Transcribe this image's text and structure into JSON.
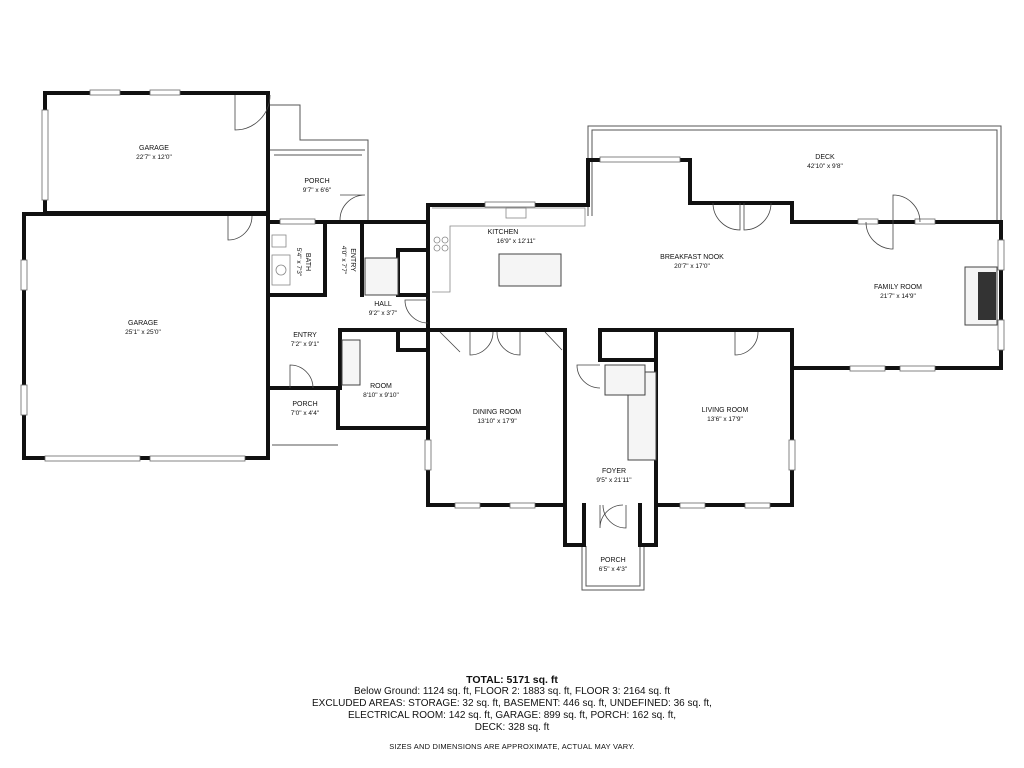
{
  "rooms": [
    {
      "id": "garage-1",
      "name": "GARAGE",
      "dim": "22'7\" x 12'0\""
    },
    {
      "id": "garage-2",
      "name": "GARAGE",
      "dim": "25'1\" x 25'0\""
    },
    {
      "id": "porch-top",
      "name": "PORCH",
      "dim": "9'7\" x 6'6\""
    },
    {
      "id": "bath",
      "name": "BATH",
      "dim": "5'4\" x 7'3\""
    },
    {
      "id": "entry-v",
      "name": "ENTRY",
      "dim": "4'0\" x 7'7\""
    },
    {
      "id": "hall",
      "name": "HALL",
      "dim": "9'2\" x 3'7\""
    },
    {
      "id": "entry",
      "name": "ENTRY",
      "dim": "7'2\" x 9'1\""
    },
    {
      "id": "room",
      "name": "ROOM",
      "dim": "8'10\" x 9'10\""
    },
    {
      "id": "porch-small",
      "name": "PORCH",
      "dim": "7'0\" x 4'4\""
    },
    {
      "id": "kitchen",
      "name": "KITCHEN",
      "dim": "16'9\" x 12'11\""
    },
    {
      "id": "breakfast",
      "name": "BREAKFAST NOOK",
      "dim": "20'7\" x 17'0\""
    },
    {
      "id": "deck",
      "name": "DECK",
      "dim": "42'10\" x 9'8\""
    },
    {
      "id": "family",
      "name": "FAMILY ROOM",
      "dim": "21'7\" x 14'9\""
    },
    {
      "id": "dining",
      "name": "DINING ROOM",
      "dim": "13'10\" x 17'9\""
    },
    {
      "id": "living",
      "name": "LIVING ROOM",
      "dim": "13'6\" x 17'9\""
    },
    {
      "id": "foyer",
      "name": "FOYER",
      "dim": "9'5\" x 21'11\""
    },
    {
      "id": "porch-front",
      "name": "PORCH",
      "dim": "6'5\" x 4'3\""
    }
  ],
  "summary": {
    "total": "TOTAL: 5171 sq. ft",
    "lines": [
      "Below Ground: 1124 sq. ft, FLOOR 2: 1883 sq. ft, FLOOR 3: 2164 sq. ft",
      "EXCLUDED AREAS: STORAGE: 32 sq. ft, BASEMENT: 446 sq. ft, UNDEFINED: 36 sq. ft,",
      "ELECTRICAL ROOM: 142 sq. ft, GARAGE: 899 sq. ft, PORCH: 162 sq. ft,",
      "DECK: 328 sq. ft"
    ]
  },
  "disclaimer": "SIZES AND DIMENSIONS ARE APPROXIMATE, ACTUAL MAY VARY."
}
